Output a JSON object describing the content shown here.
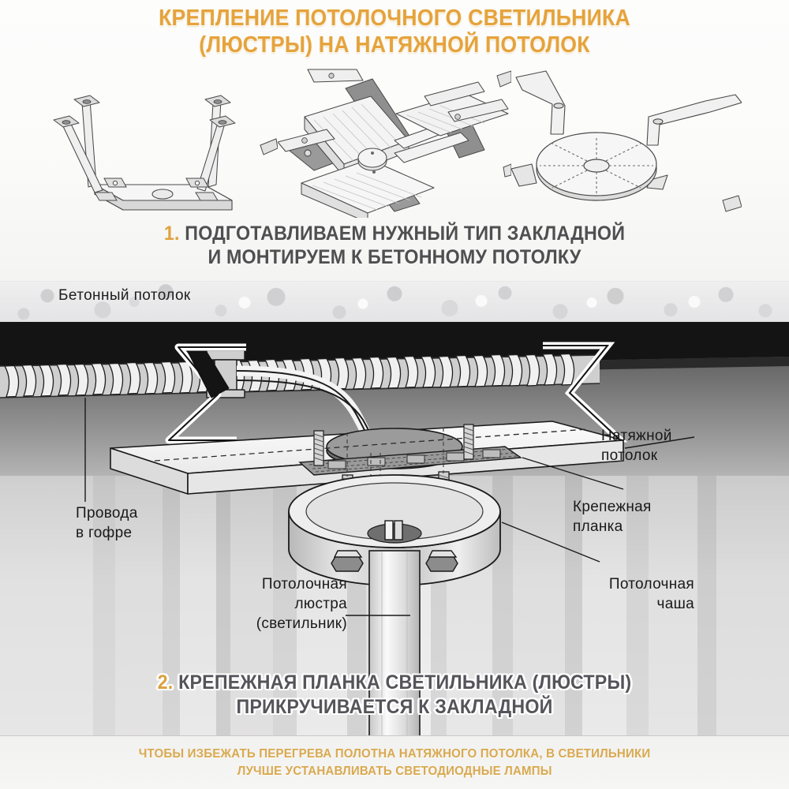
{
  "title": {
    "line1": "КРЕПЛЕНИЕ ПОТОЛОЧНОГО СВЕТИЛЬНИКА",
    "line2": "(ЛЮСТРЫ) НА НАТЯЖНОЙ ПОТОЛОК",
    "color": "#e5a33c"
  },
  "figures": [
    {
      "name": "square-platform-with-legs",
      "caption": ""
    },
    {
      "name": "cross-bracket-assembly",
      "caption": ""
    },
    {
      "name": "round-disc-mount",
      "caption": ""
    }
  ],
  "step1": {
    "number": "1.",
    "line1": "ПОДГОТАВЛИВАЕМ НУЖНЫЙ ТИП ЗАКЛАДНОЙ",
    "line2": "И МОНТИРУЕМ К БЕТОННОМУ ПОТОЛКУ",
    "number_color": "#e0a23f",
    "text_color": "#4f4f52"
  },
  "diagram": {
    "labels": {
      "concrete_ceiling": "Бетонный потолок",
      "wires_in_corrugation_l1": "Провода",
      "wires_in_corrugation_l2": "в гофре",
      "stretch_ceiling_l1": "Натяжной",
      "stretch_ceiling_l2": "потолок",
      "mounting_bar_l1": "Крепежная",
      "mounting_bar_l2": "планка",
      "chandelier_l1": "Потолочная",
      "chandelier_l2": "люстра",
      "chandelier_l3": "(светильник)",
      "ceiling_cup_l1": "Потолочная",
      "ceiling_cup_l2": "чаша"
    }
  },
  "step2": {
    "number": "2.",
    "line1": "КРЕПЕЖНАЯ ПЛАНКА СВЕТИЛЬНИКА (ЛЮСТРЫ)",
    "line2": "ПРИКРУЧИВАЕТСЯ К ЗАКЛАДНОЙ",
    "number_color": "#d9a13f",
    "text_color": "#54545a"
  },
  "footer": {
    "line1": "ЧТОБЫ ИЗБЕЖАТЬ ПЕРЕГРЕВА ПОЛОТНА НАТЯЖНОГО ПОТОЛКА, В СВЕТИЛЬНИКИ",
    "line2": "ЛУЧШЕ УСТАНАВЛИВАТЬ СВЕТОДИОДНЫЕ ЛАМПЫ",
    "color": "#d8a950"
  }
}
